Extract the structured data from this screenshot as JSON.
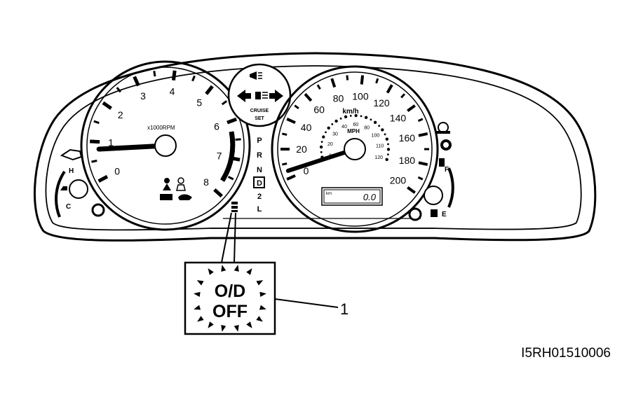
{
  "tachometer": {
    "labels": [
      "0",
      "1",
      "2",
      "3",
      "4",
      "5",
      "6",
      "7",
      "8"
    ],
    "unit": "x1000RPM",
    "needle_value": 0.8
  },
  "speedometer": {
    "outer_labels": [
      "0",
      "20",
      "40",
      "60",
      "80",
      "100",
      "120",
      "140",
      "160",
      "180",
      "200"
    ],
    "inner_labels": [
      "0",
      "20",
      "30",
      "40",
      "60",
      "80",
      "100",
      "110",
      "120"
    ],
    "unit_outer": "km/h",
    "unit_inner": "MPH",
    "needle_value": 5
  },
  "cruise": {
    "line1": "CRUISE",
    "line2": "SET"
  },
  "odometer": {
    "small": "km",
    "value": "0.0"
  },
  "gear_selector": [
    "P",
    "R",
    "N",
    "D",
    "2",
    "L"
  ],
  "temp_gauge": {
    "hot": "H",
    "cold": "C"
  },
  "fuel_gauge": {
    "full": "F",
    "empty": "E"
  },
  "callout": {
    "line1": "O/D",
    "line2": "OFF",
    "number": "1"
  },
  "figure_id": "I5RH01510006"
}
